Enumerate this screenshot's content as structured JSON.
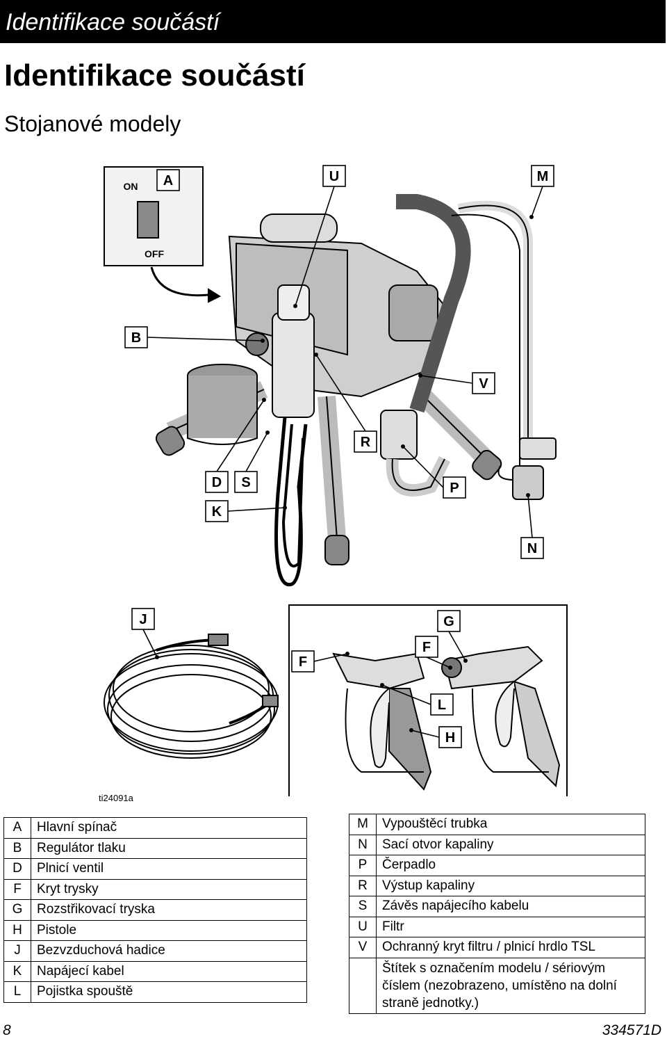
{
  "header": {
    "section": "Identifikace součástí"
  },
  "page": {
    "title": "Identifikace součástí",
    "subtitle": "Stojanové modely"
  },
  "switch": {
    "on": "ON",
    "off": "OFF"
  },
  "callouts": {
    "A": "A",
    "U": "U",
    "M": "M",
    "B": "B",
    "V": "V",
    "R": "R",
    "D": "D",
    "S": "S",
    "K": "K",
    "P": "P",
    "N": "N",
    "J": "J",
    "F1": "F",
    "F2": "F",
    "G": "G",
    "L": "L",
    "H": "H"
  },
  "figure_id": "ti24091a",
  "parts_left": [
    {
      "key": "A",
      "desc": "Hlavní spínač"
    },
    {
      "key": "B",
      "desc": "Regulátor tlaku"
    },
    {
      "key": "D",
      "desc": "Plnicí ventil"
    },
    {
      "key": "F",
      "desc": "Kryt trysky"
    },
    {
      "key": "G",
      "desc": "Rozstřikovací tryska"
    },
    {
      "key": "H",
      "desc": "Pistole"
    },
    {
      "key": "J",
      "desc": "Bezvzduchová hadice"
    },
    {
      "key": "K",
      "desc": "Napájecí kabel"
    },
    {
      "key": "L",
      "desc": "Pojistka spouště"
    }
  ],
  "parts_right": [
    {
      "key": "M",
      "desc": "Vypouštěcí trubka"
    },
    {
      "key": "N",
      "desc": "Sací otvor kapaliny"
    },
    {
      "key": "P",
      "desc": "Čerpadlo"
    },
    {
      "key": "R",
      "desc": "Výstup kapaliny"
    },
    {
      "key": "S",
      "desc": "Závěs napájecího kabelu"
    },
    {
      "key": "U",
      "desc": "Filtr"
    },
    {
      "key": "V",
      "desc": "Ochranný kryt filtru / plnicí hrdlo TSL"
    },
    {
      "key": "",
      "desc": "Štítek s označením modelu / sériovým",
      "desc2": "číslem (nezobrazeno, umístěno na dolní",
      "desc3": "straně jednotky.)"
    }
  ],
  "footer": {
    "page_number": "8",
    "doc_number": "334571D"
  }
}
